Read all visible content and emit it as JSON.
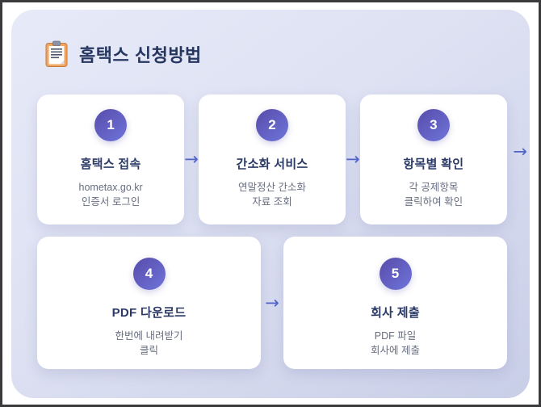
{
  "header": {
    "title": "홈택스 신청방법",
    "icon": "clipboard-icon"
  },
  "steps": [
    {
      "number": "1",
      "title": "홈택스 접속",
      "desc1": "hometax.go.kr",
      "desc2": "인증서 로그인"
    },
    {
      "number": "2",
      "title": "간소화 서비스",
      "desc1": "연말정산 간소화",
      "desc2": "자료 조회"
    },
    {
      "number": "3",
      "title": "항목별 확인",
      "desc1": "각 공제항목",
      "desc2": "클릭하여 확인"
    },
    {
      "number": "4",
      "title": "PDF 다운로드",
      "desc1": "한번에 내려받기",
      "desc2": "클릭"
    },
    {
      "number": "5",
      "title": "회사 제출",
      "desc1": "PDF 파일",
      "desc2": "회사에 제출"
    }
  ],
  "arrow_glyph": "→",
  "colors": {
    "title_navy": "#26365f",
    "step_title_navy": "#2b3a66",
    "desc_gray": "#676e80",
    "arrow_blue": "#4f63c8",
    "circle_gradient_from": "#584caa",
    "circle_gradient_to": "#6e74da",
    "panel_gradient_from": "#e7eaf8",
    "panel_gradient_to": "#c9cee8",
    "card_white": "#ffffff"
  }
}
